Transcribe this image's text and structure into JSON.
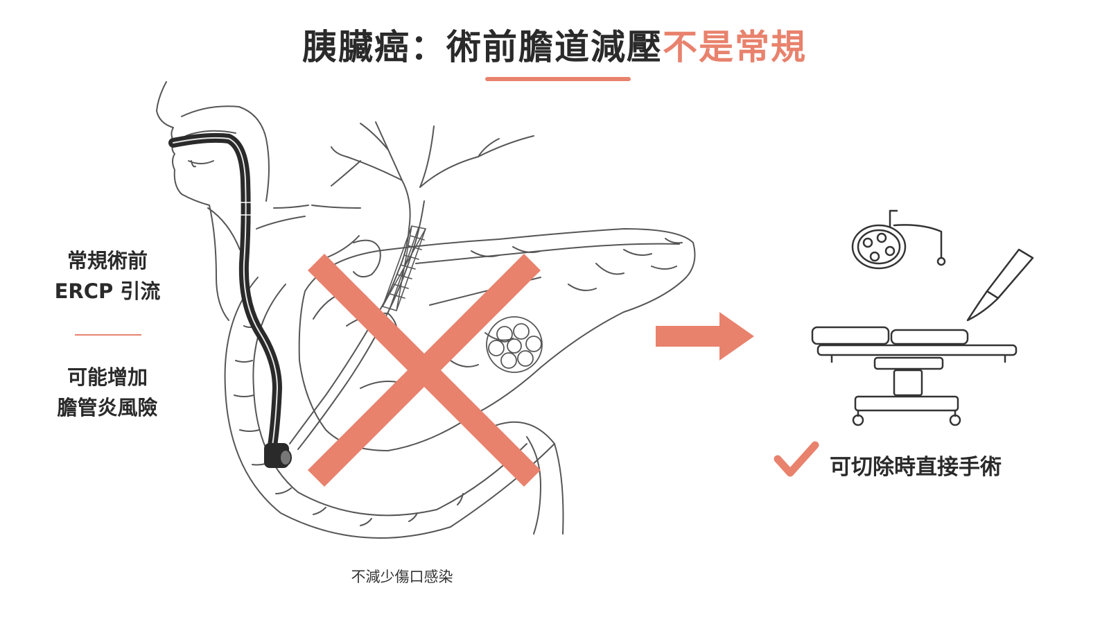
{
  "title": {
    "main": "胰臟癌：術前膽道減壓",
    "accent": "不是常規"
  },
  "left_note": {
    "line1": "常規術前",
    "line2": "ERCP 引流",
    "line3": "可能增加",
    "line4": "膽管炎風險"
  },
  "caption": "不減少傷口感染",
  "outcome": {
    "label": "可切除時直接手術"
  },
  "colors": {
    "accent": "#e8826d",
    "ink": "#2a2a2a",
    "line": "#555555"
  },
  "icons": {
    "cross": "x-mark-icon",
    "arrow": "right-arrow-icon",
    "check": "check-icon",
    "lamp": "surgical-lamp-icon",
    "scalpel": "scalpel-icon",
    "table": "operating-table-icon"
  }
}
